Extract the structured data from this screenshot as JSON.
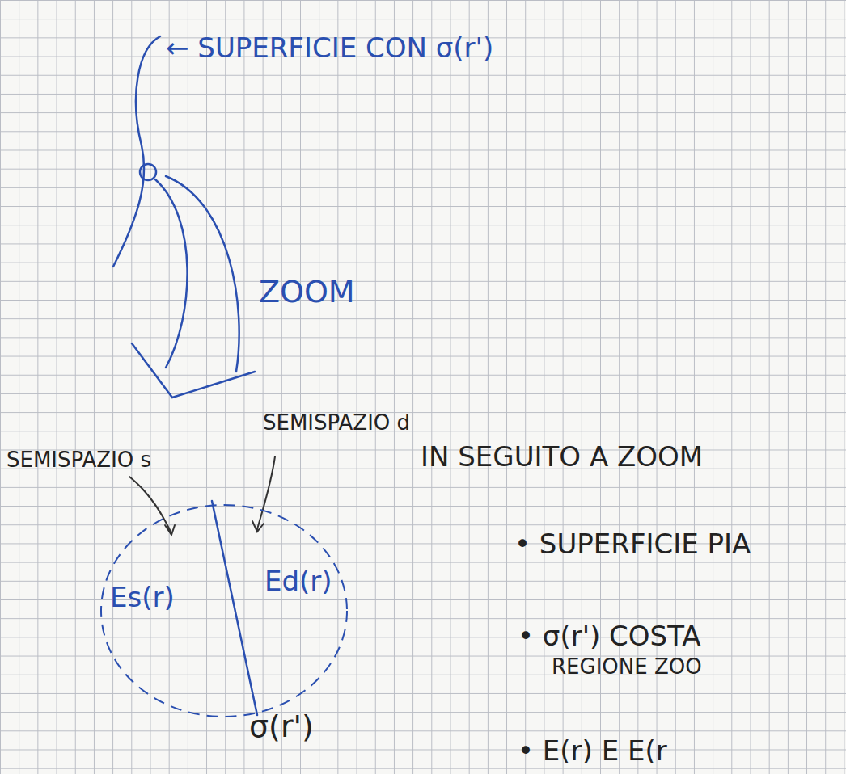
{
  "diagram": {
    "nodes": [
      {
        "text": [
          "Es(r)",
          "Ed(r)"
        ]
      }
    ],
    "labels": [
      "← SUPERFICIE CON σ(r')",
      "ZOOM",
      "SEMISPAZIO s",
      "SEMISPAZIO d",
      "IN SEGUITO A ZOOM",
      "σ(r')",
      "• SUPERFICIE PIA",
      "• σ(r') COSTA",
      "REGIONE ZOO",
      "• E(r) E E(r"
    ]
  }
}
